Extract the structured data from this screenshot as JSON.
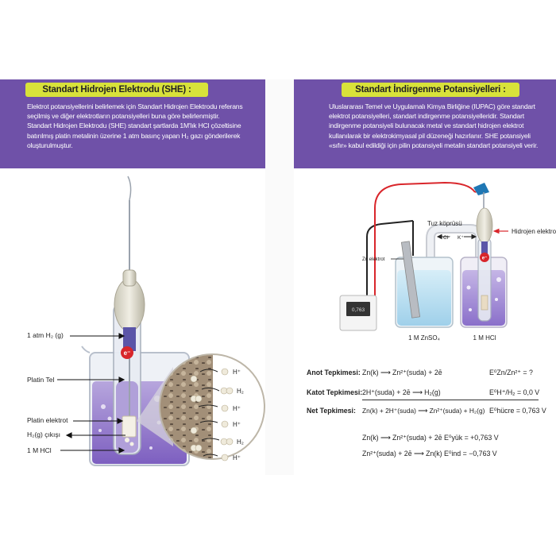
{
  "left": {
    "title": "Standart Hidrojen Elektrodu (SHE) :",
    "paragraph": [
      "Elektrot potansiyellerini belirlemek için Standart Hidrojen Elektrodu referans",
      "seçilmiş ve diğer elektrotların potansiyelleri buna göre belirlenmiştir.",
      "Standart Hidrojen Elektrodu (SHE) standart şartlarda 1M'lık HCl çözeltisine",
      "batırılmış platin metalinin üzerine 1 atm basınç yapan H₂ gazı gönderilerek",
      "oluşturulmuştur."
    ],
    "labels": {
      "h2_input": "1 atm H₂ (g)",
      "platin_tel": "Platin Tel",
      "platin_elektrot": "Platin elektrot",
      "h2_exit": "H₂(g) çıkışı",
      "hcl": "1 M HCl"
    },
    "zoom_labels": [
      "H⁺",
      "H₂",
      "H⁺",
      "H⁺",
      "H₂",
      "H⁺"
    ],
    "electrode_badge": "e⁻"
  },
  "right": {
    "title": "Standart İndirgenme Potansiyelleri :",
    "paragraph": [
      "Uluslararası Temel ve Uygulamalı Kimya Birliğine (IUPAC) göre standart",
      "elektrot potansiyelleri, standart indirgenme potansiyelleridir. Standart",
      "indirgenme potansiyeli bulunacak metal ve standart hidrojen elektrot",
      "kullanılarak bir elektrokimyasal pil düzeneği hazırlanır. SHE potansiyeli",
      "«sıfır» kabul edildiği için pilin potansiyeli metalin standart potansiyeli verir."
    ],
    "diagram": {
      "salt_bridge": "Tuz köprüsü",
      "zn_electrode": "Zn elektrot",
      "hydrogen_electrode": "Hidrojen elektrot",
      "voltmeter": "0,763",
      "cl_ion": "Cl⁻",
      "k_ion": "K⁺",
      "beaker1": "1 M ZnSO₄",
      "beaker2": "1 M HCl",
      "electrode_badge": "e⁻"
    },
    "reactions": {
      "anot_label": "Anot Tepkimesi:",
      "anot_eq": "Zn(k) ⟶ Zn²⁺(suda) + 2ē",
      "anot_e": "E⁰Zn/Zn²⁺ = ?",
      "katot_label": "Katot Tepkimesi:",
      "katot_eq": "2H⁺(suda) + 2ē ⟶ H₂(g)",
      "katot_e": "E⁰H⁺/H₂ = 0,0 V",
      "net_label": "Net Tepkimesi:",
      "net_eq": "Zn(k) + 2H⁺(suda) ⟶ Zn²⁺(suda) + H₂(g)",
      "net_e": "E⁰hücre = 0,763 V",
      "ox_eq": "Zn(k) ⟶ Zn²⁺(suda) + 2ē  E⁰yük = +0,763 V",
      "red_eq": "Zn²⁺(suda) + 2ē ⟶ Zn(k)  E⁰ind = −0,763 V"
    }
  }
}
